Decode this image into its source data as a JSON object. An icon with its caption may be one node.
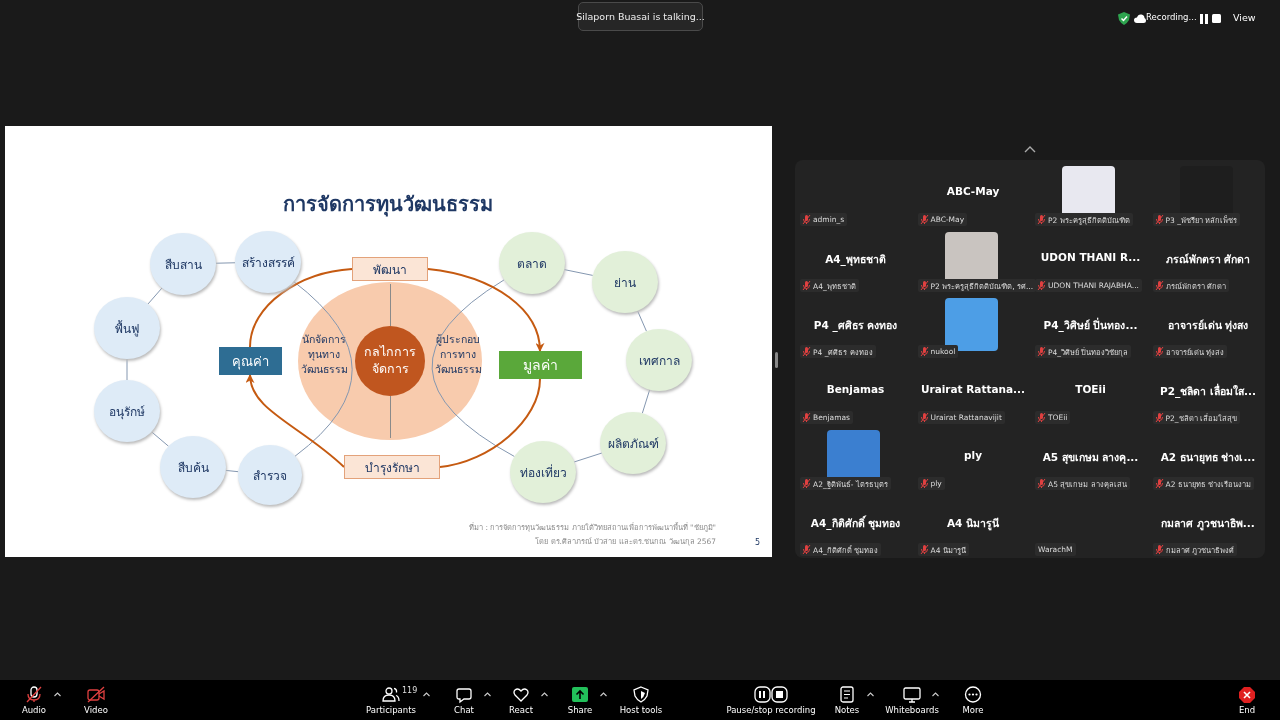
{
  "diagram": {
    "title": "การจัดการทุนวัฒนธรรม",
    "nodes": [
      {
        "text": [
          "สืบสาน"
        ]
      },
      {
        "text": [
          "สร้างสรรค์"
        ]
      },
      {
        "text": [
          "พื้นฟู"
        ]
      },
      {
        "text": [
          "อนุรักษ์"
        ]
      },
      {
        "text": [
          "สืบค้น"
        ]
      },
      {
        "text": [
          "สำรวจ"
        ]
      },
      {
        "text": [
          "พัฒนา"
        ]
      },
      {
        "text": [
          "คุณค่า"
        ]
      },
      {
        "text": [
          "นักจัดการทุนทางวัฒนธรรม",
          "ผู้ประกอบการทางวัฒนธรรม"
        ]
      },
      {
        "text": [
          "กลไกการจัดการ"
        ],
        "in": 8
      },
      {
        "text": [
          "บำรุงรักษา"
        ]
      },
      {
        "text": [
          "มูลค่า"
        ]
      },
      {
        "text": [
          "ตลาด"
        ]
      },
      {
        "text": [
          "ย่าน"
        ]
      },
      {
        "text": [
          "เทศกาล"
        ]
      },
      {
        "text": [
          "ผลิตภัณฑ์"
        ]
      },
      {
        "text": [
          "ท่องเที่ยว"
        ]
      }
    ],
    "edges": [
      {
        "from": 0,
        "to": 1,
        "arrow": "none"
      },
      {
        "from": 0,
        "to": 2,
        "arrow": "none"
      },
      {
        "from": 2,
        "to": 3,
        "arrow": "none"
      },
      {
        "from": 3,
        "to": 4,
        "arrow": "none"
      },
      {
        "from": 4,
        "to": 5,
        "arrow": "none"
      },
      {
        "from": 1,
        "to": 5,
        "arrow": "none"
      },
      {
        "from": 12,
        "to": 13,
        "arrow": "none"
      },
      {
        "from": 13,
        "to": 14,
        "arrow": "none"
      },
      {
        "from": 14,
        "to": 15,
        "arrow": "none"
      },
      {
        "from": 15,
        "to": 16,
        "arrow": "none"
      },
      {
        "from": 12,
        "to": 16,
        "arrow": "none"
      },
      {
        "from": 6,
        "to": 11,
        "arrow": "to",
        "color": "#c55a11"
      },
      {
        "from": 11,
        "to": 10,
        "arrow": "none",
        "color": "#c55a11"
      },
      {
        "from": 10,
        "to": 7,
        "arrow": "to",
        "color": "#c55a11"
      },
      {
        "from": 7,
        "to": 6,
        "arrow": "none",
        "color": "#c55a11"
      }
    ],
    "labels": [
      "Silaporn Buasai is talking...",
      "Recording...",
      "View",
      "ที่มา : การจัดการทุนวัฒนธรรม ภายใต้วิทยสถานเพื่อการพัฒนาพื้นที่ \"ชัยภูมิ\"",
      "โดย ดร.ศิลาภรณ์ บัวสาย และดร.ชนกณ วัฒนกุล 2567",
      "5",
      "admin_s",
      "ABC-May",
      "ABC-May",
      "P2 พระครูสุธีกิตติบัณฑิต",
      "P3 _พัชรียา หลักเพ็ชร",
      "A4_พุทธชาติ",
      "A4_พุทธชาติ",
      "P2 พระครูสุธีกิตติบัณฑิต, รศ...",
      "UDON THANI R...",
      "UDON THANI RAJABHA...",
      "ภรณ์พักตรา ศักดา",
      "ภรณ์พักตรา ศักดา",
      "P4 _ศศิธร คงทอง",
      "P4 _ศศิธร คงทอง",
      "nukool",
      "P4_วิศิษย์ ปิ่นทอง...",
      "P4_วิศิษย์ ปิ่นทองวิชัยกุล",
      "อาจารย์เด่น ทุ่งสง",
      "อาจารย์เด่น ทุ่งสง",
      "Benjamas",
      "Benjamas",
      "Urairat Rattana...",
      "Urairat Rattanavijit",
      "TOEii",
      "TOEii",
      "P2_ชลิดา เลื่อมใส...",
      "P2_ชลิดา เลื่อมใสสุข",
      "A2_ฐิติพันธ์- ไตรธบุตร",
      "ply",
      "ply",
      "A5 สุขเกษม ลางคุ...",
      "A5 สุขเกษม ลางคุลเสน",
      "A2 ธนายุทธ ช่างเ...",
      "A2 ธนายุทธ ช่างเรือนงาม",
      "A4_กิติศักดิ์ ชุมทอง",
      "A4_กิติศักดิ์ ชุมทอง",
      "A4 นิมารูนี",
      "A4 นิมารูนี",
      "WarachM",
      "กมลาศ ภูวชนาธิพ...",
      "กมลาศ ภูวชนาธิพงศ์",
      "Audio",
      "Video",
      "119",
      "Participants",
      "Chat",
      "React",
      "Share",
      "Host tools",
      "Pause/stop recording",
      "Notes",
      "Whiteboards",
      "More",
      "End"
    ]
  }
}
